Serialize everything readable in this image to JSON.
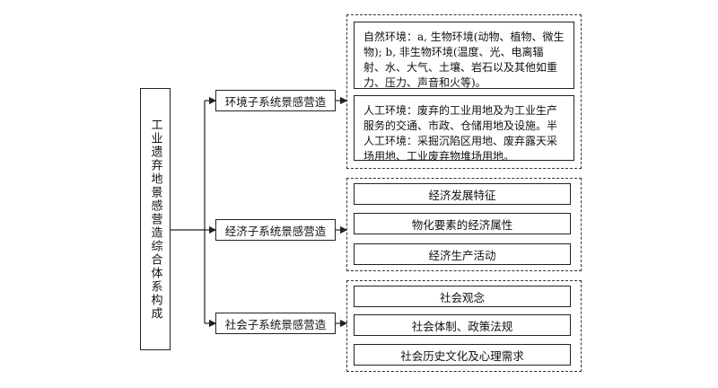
{
  "root": {
    "label": "工业遗弃地景感营造综合体系构成"
  },
  "subsystems": [
    {
      "label": "环境子系统景感营造",
      "items": [
        "自然环境：a, 生物环境(动物、植物、微生物); b, 非生物环境(温度、光、电离辐射、水、大气、土壤、岩石以及其他如重力、压力、声音和火等)。",
        "人工环境：废弃的工业用地及为工业生产服务的交通、市政、仓储用地及设施。半人工环境：采掘沉陷区用地、废弃露天采场用地、工业废弃物堆场用地。"
      ]
    },
    {
      "label": "经济子系统景感营造",
      "items": [
        "经济发展特征",
        "物化要素的经济属性",
        "经济生产活动"
      ]
    },
    {
      "label": "社会子系统景感营造",
      "items": [
        "社会观念",
        "社会体制、政策法规",
        "社会历史文化及心理需求"
      ]
    }
  ]
}
